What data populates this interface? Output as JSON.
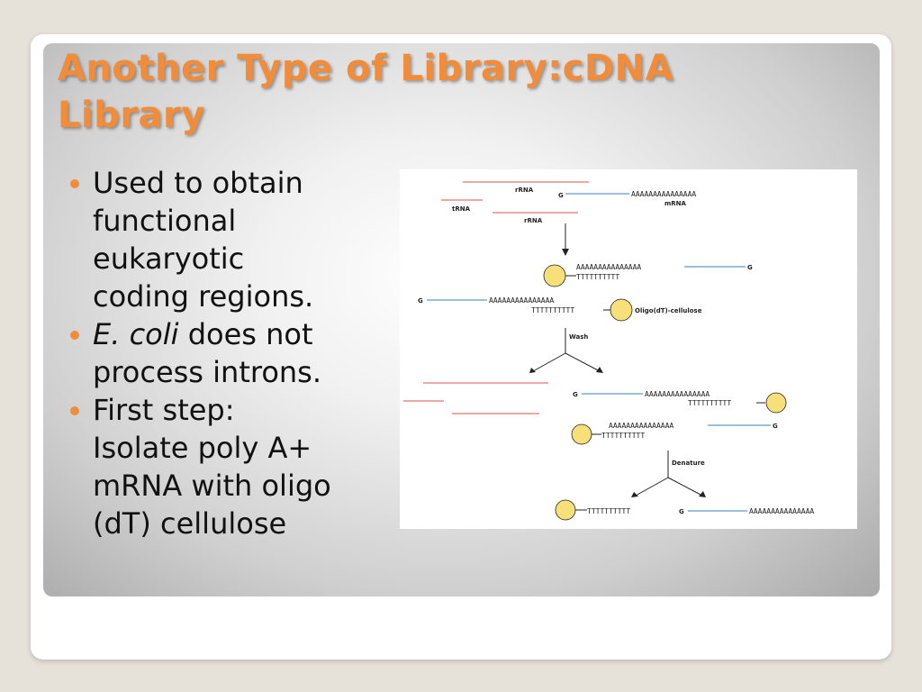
{
  "slide": {
    "title_line1": "Another Type of Library:cDNA",
    "title_line2": "Library",
    "bullets": [
      {
        "lines": [
          "Used to obtain",
          "functional",
          "eukaryotic",
          "coding regions."
        ]
      },
      {
        "italic": "E. coli",
        "rest": " does not",
        "lines": [
          "process introns."
        ]
      },
      {
        "lines": [
          "First step:",
          "Isolate poly A+",
          "mRNA with oligo",
          "(dT) cellulose"
        ]
      }
    ]
  },
  "figure": {
    "labels": {
      "rrna_top": "rRNA",
      "trna": "tRNA",
      "rrna_mid": "rRNA",
      "mrna": "mRNA",
      "oligo": "Oligo(dT)-cellulose",
      "wash": "Wash",
      "denature": "Denature",
      "g": "G"
    },
    "polyA": "AAAAAAAAAAAAAAA",
    "polyT": "TTTTTTTTTT"
  },
  "colors": {
    "accent": "#f08c3a",
    "rna_line": "#d9534f",
    "mrna_line": "#3a7fb8",
    "bead": "#f7e07a"
  }
}
